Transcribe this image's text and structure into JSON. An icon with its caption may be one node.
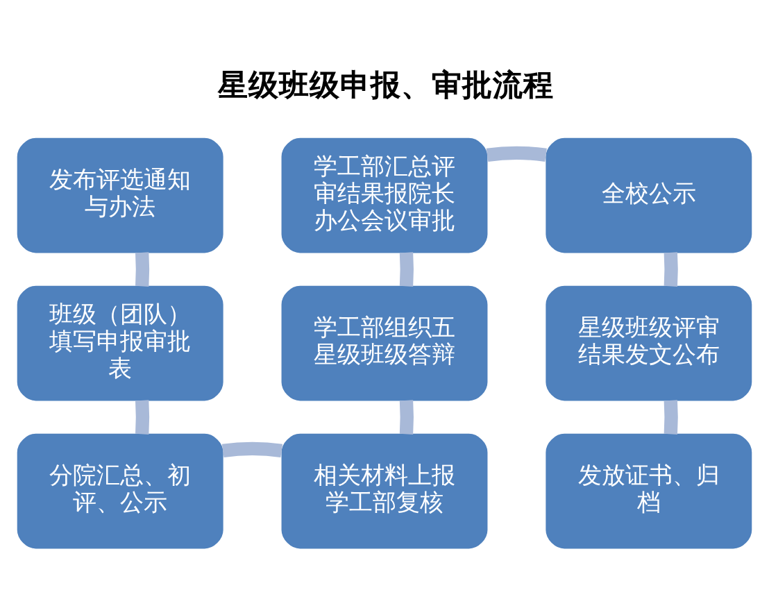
{
  "diagram": {
    "title": "星级班级申报、审批流程",
    "nodes": [
      {
        "text": [
          "发布评选通知与办法"
        ]
      },
      {
        "text": [
          "班级（团队）填写申报审批表"
        ]
      },
      {
        "text": [
          "分院汇总、初评、公示"
        ]
      },
      {
        "text": [
          "相关材料上报学工部复核"
        ]
      },
      {
        "text": [
          "学工部组织五星级班级答辩"
        ]
      },
      {
        "text": [
          "学工部汇总评审结果报院长办公会议审批"
        ]
      },
      {
        "text": [
          "全校公示"
        ]
      },
      {
        "text": [
          "星级班级评审结果发文公布"
        ]
      },
      {
        "text": [
          "发放证书、归档"
        ]
      }
    ],
    "edges": [
      {
        "from": 0,
        "to": 1,
        "arrow": "none"
      },
      {
        "from": 1,
        "to": 2,
        "arrow": "none"
      },
      {
        "from": 2,
        "to": 3,
        "arrow": "none"
      },
      {
        "from": 3,
        "to": 4,
        "arrow": "none"
      },
      {
        "from": 4,
        "to": 5,
        "arrow": "none"
      },
      {
        "from": 5,
        "to": 6,
        "arrow": "none"
      },
      {
        "from": 6,
        "to": 7,
        "arrow": "none"
      },
      {
        "from": 7,
        "to": 8,
        "arrow": "none"
      }
    ]
  }
}
